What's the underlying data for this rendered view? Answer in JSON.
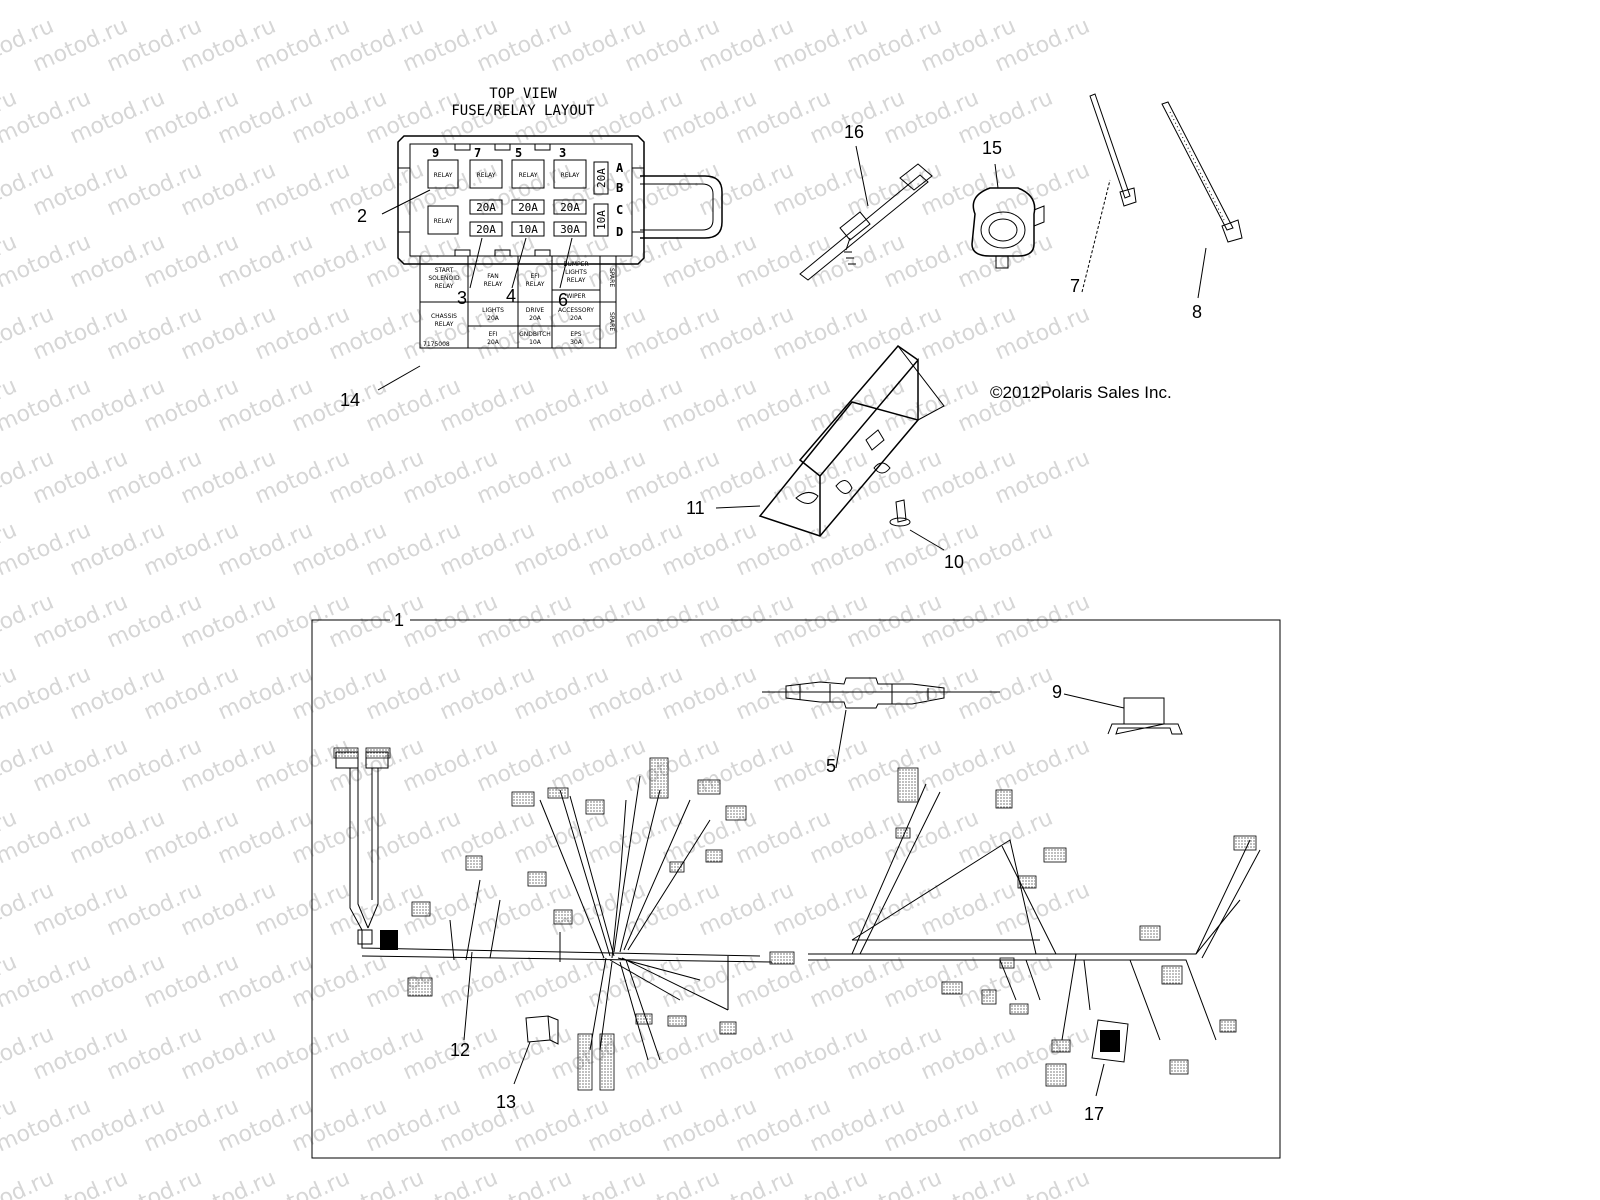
{
  "watermark": "motod.ru",
  "fuse_layout": {
    "title_line1": "TOP VIEW",
    "title_line2": "FUSE/RELAY LAYOUT",
    "top_numbers": [
      "9",
      "7",
      "5",
      "3"
    ],
    "row_letters": [
      "A",
      "B",
      "C",
      "D"
    ],
    "relay_label": "RELAY",
    "fuse_row_1": [
      "20A",
      "20A",
      "20A"
    ],
    "fuse_row_2": [
      "20A",
      "10A",
      "30A"
    ],
    "side_fuse_top": "20A",
    "side_fuse_bottom": "10A"
  },
  "label_card": {
    "cells": {
      "start_solenoid_relay": [
        "START",
        "SOLENOID",
        "RELAY"
      ],
      "fan_relay": [
        "FAN",
        "RELAY"
      ],
      "efi_relay": [
        "EFI",
        "RELAY"
      ],
      "bumper_lights_relay": [
        "BUMPER",
        "LIGHTS",
        "RELAY"
      ],
      "wiper": "WIPER",
      "chassis_relay": [
        "CHASSIS",
        "RELAY"
      ],
      "lights_20a": [
        "LIGHTS",
        "20A"
      ],
      "drive_20a": [
        "DRIVE",
        "20A"
      ],
      "accessory_20a": [
        "ACCESSORY",
        "20A"
      ],
      "efi_20a": [
        "EFI",
        "20A"
      ],
      "gndbitch_10a": [
        "GNDBITCH",
        "10A"
      ],
      "eps_30a": [
        "EPS",
        "30A"
      ],
      "spare": "SPARE",
      "part_number": "7175008"
    }
  },
  "copyright": "©2012Polaris Sales Inc.",
  "callouts": {
    "c1": "1",
    "c2": "2",
    "c3": "3",
    "c4": "4",
    "c5": "5",
    "c6": "6",
    "c7": "7",
    "c8": "8",
    "c9": "9",
    "c10": "10",
    "c11": "11",
    "c12": "12",
    "c13": "13",
    "c14": "14",
    "c15": "15",
    "c16": "16",
    "c17": "17"
  }
}
